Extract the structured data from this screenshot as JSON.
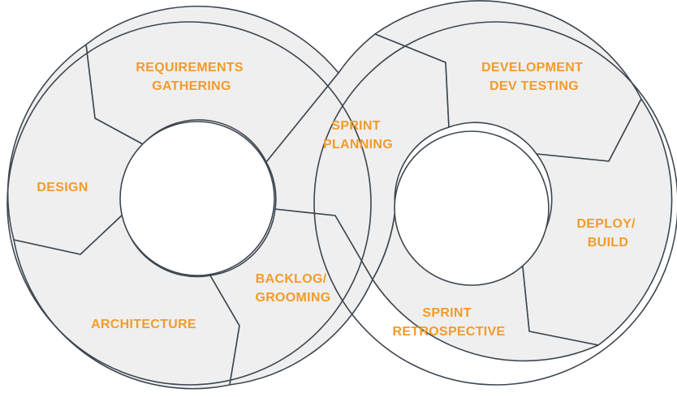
{
  "diagram": {
    "label_color": "#f29b2b",
    "fill_color": "#efefef",
    "line_color": "#3d4650",
    "stages": [
      {
        "id": "requirements",
        "lines": [
          "REQUIREMENTS",
          "GATHERING"
        ]
      },
      {
        "id": "design",
        "lines": [
          "DESIGN"
        ]
      },
      {
        "id": "architecture",
        "lines": [
          "ARCHITECTURE"
        ]
      },
      {
        "id": "backlog",
        "lines": [
          "BACKLOG/",
          "GROOMING"
        ]
      },
      {
        "id": "sprint-planning",
        "lines": [
          "SPRINT",
          "PLANNING"
        ]
      },
      {
        "id": "development",
        "lines": [
          "DEVELOPMENT",
          "DEV TESTING"
        ]
      },
      {
        "id": "deploy",
        "lines": [
          "DEPLOY/",
          "BUILD"
        ]
      },
      {
        "id": "sprint-retrospective",
        "lines": [
          "SPRINT",
          "RETROSPECTIVE"
        ]
      }
    ]
  }
}
